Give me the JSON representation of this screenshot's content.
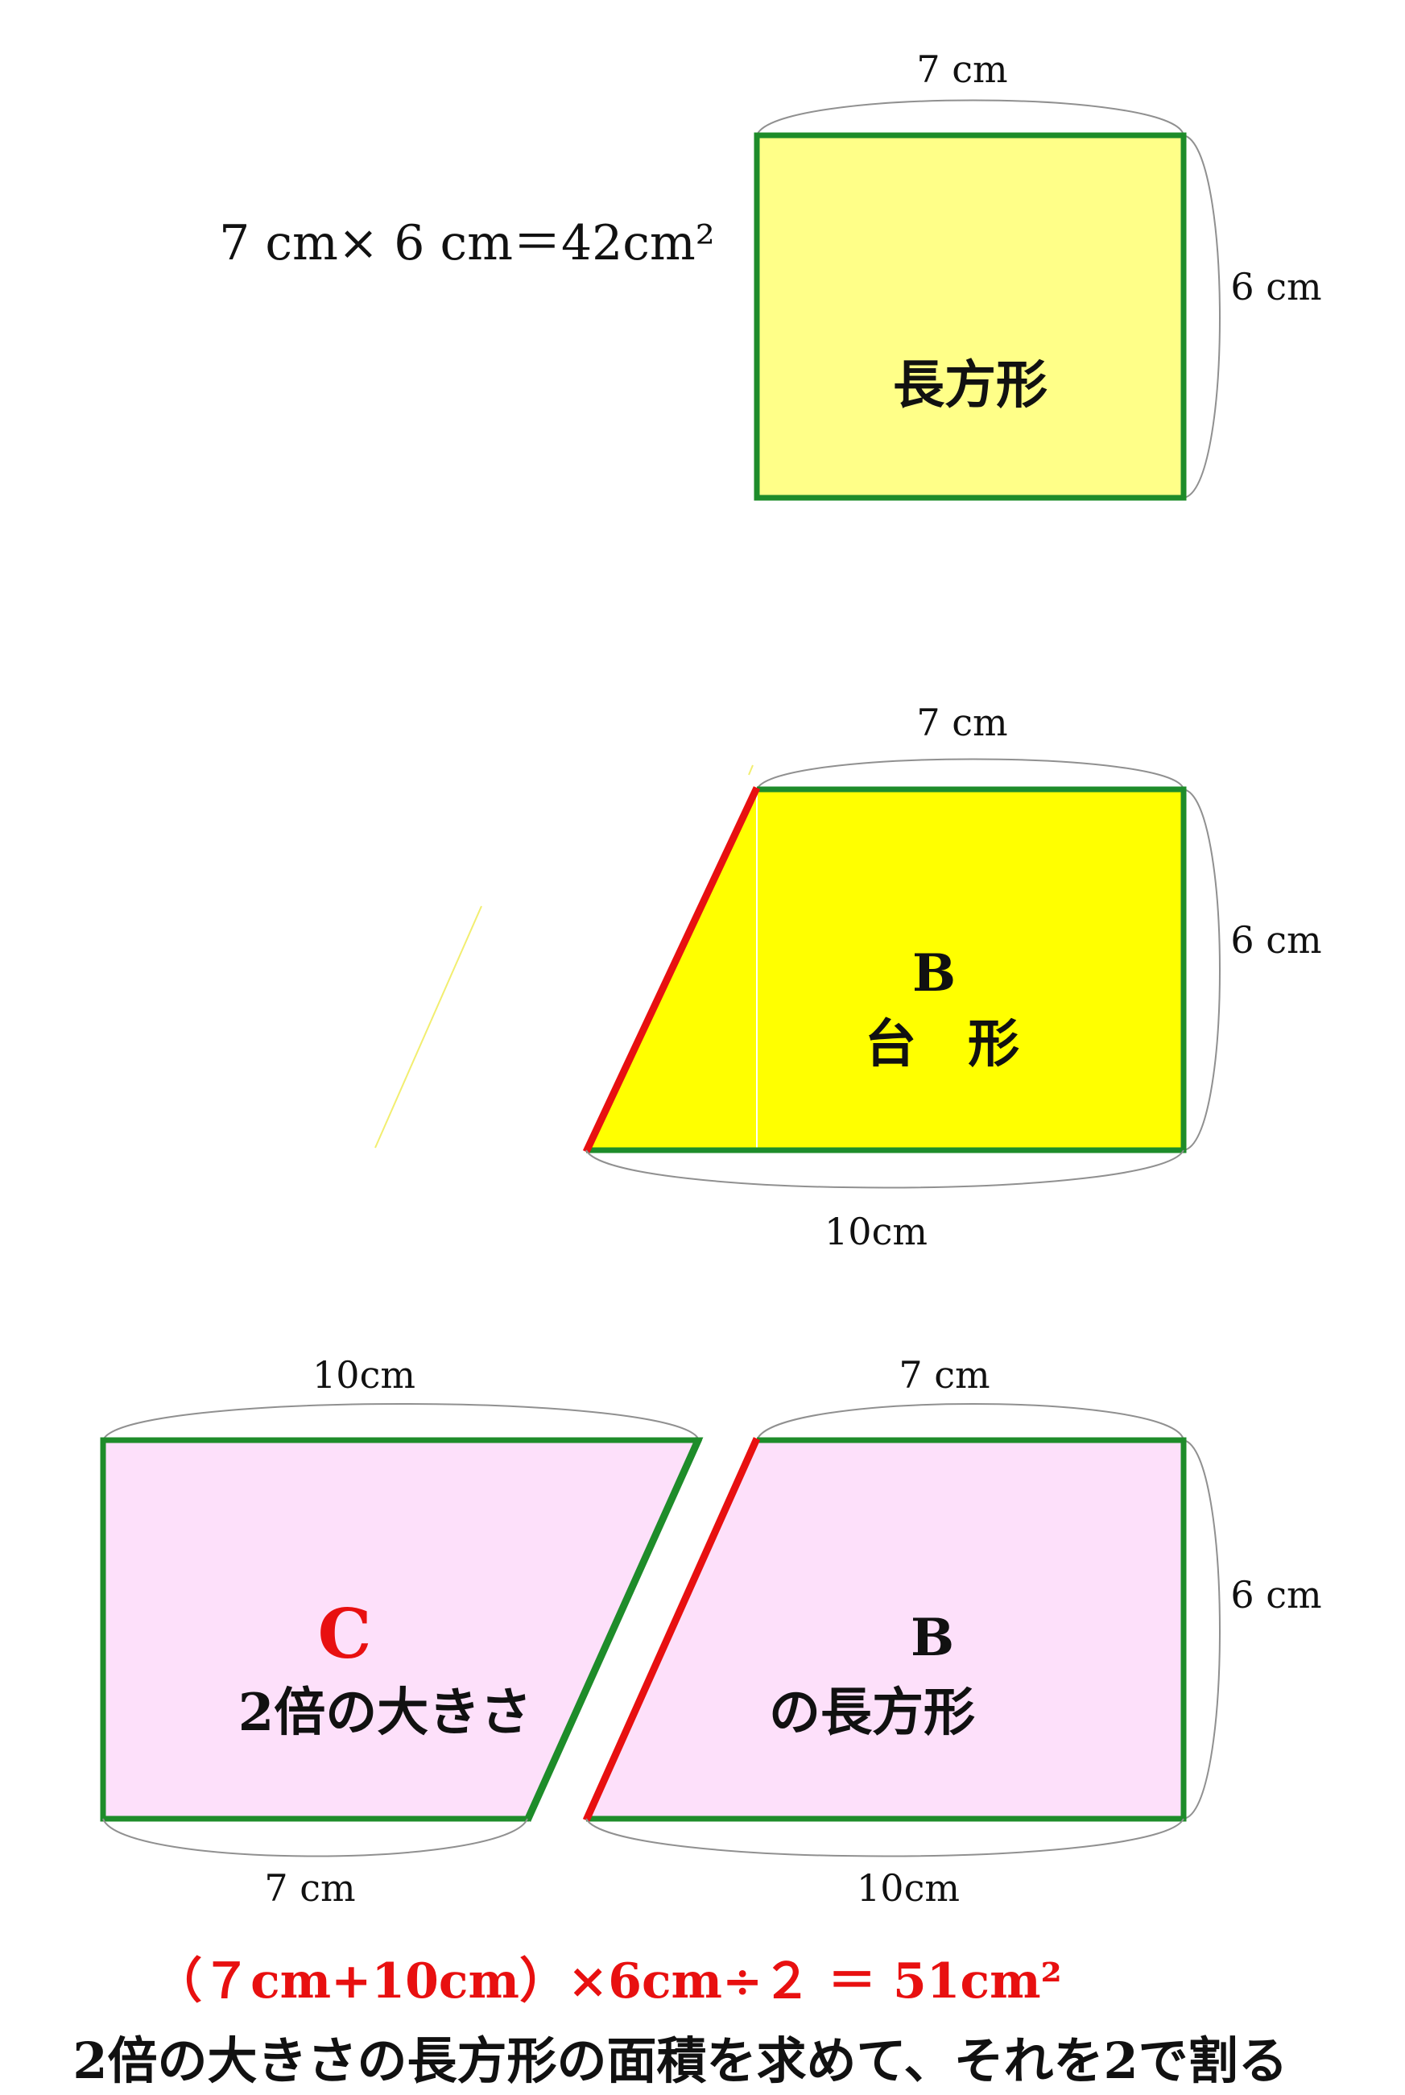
{
  "colors": {
    "green": "#1e8c2a",
    "red": "#e81010",
    "yellow_light": "#ffff88",
    "yellow": "#ffff00",
    "pink": "#fde0fa",
    "gray": "#909090",
    "text": "#111111",
    "red_text": "#e81010"
  },
  "section1": {
    "top_dim": "7 cm",
    "side_dim": "6 cm",
    "formula": "7 cm× 6 cm＝42cm²",
    "label": "長方形"
  },
  "section2": {
    "top_dim": "7 cm",
    "side_dim": "6 cm",
    "bottom_dim": "10cm",
    "label_letter": "B",
    "label_name": "台　形"
  },
  "section3": {
    "left_top_dim": "10cm",
    "left_bottom_dim": "7 cm",
    "right_top_dim": "7 cm",
    "right_side_dim": "6 cm",
    "right_bottom_dim": "10cm",
    "c_letter": "C",
    "c_label": "2倍の大きさ",
    "b_letter": "B",
    "b_label": "の長方形"
  },
  "footer": {
    "formula": "（７cm+10cm）×6cm÷２ ＝ 51cm²",
    "explanation": "2倍の大きさの長方形の面積を求めて、それを2で割る"
  }
}
